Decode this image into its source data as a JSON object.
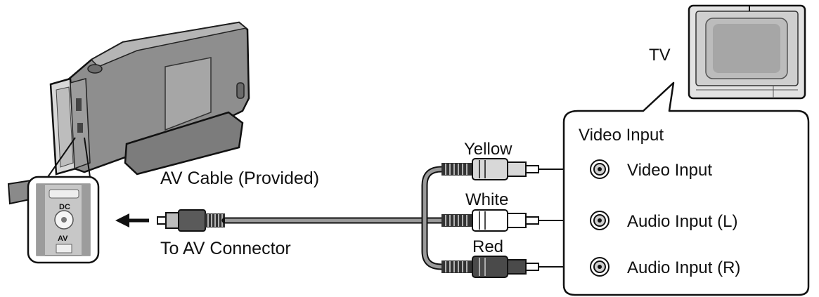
{
  "labels": {
    "tv": "TV",
    "video_input_header": "Video Input",
    "yellow": "Yellow",
    "white": "White",
    "red": "Red",
    "av_cable": "AV Cable (Provided)",
    "to_av_connector": "To AV Connector",
    "port_video": "Video Input",
    "port_audio_l": "Audio Input (L)",
    "port_audio_r": "Audio Input (R)",
    "jack_dc": "DC",
    "jack_av": "AV"
  },
  "colors": {
    "plug_yellow": "#d8d8d8",
    "plug_white": "#ffffff",
    "plug_red": "#4a4a4a",
    "cable": "#9a9a9a",
    "line": "#111111"
  },
  "icons": {
    "arrow": "left-arrow-icon",
    "port": "rca-jack-icon"
  }
}
